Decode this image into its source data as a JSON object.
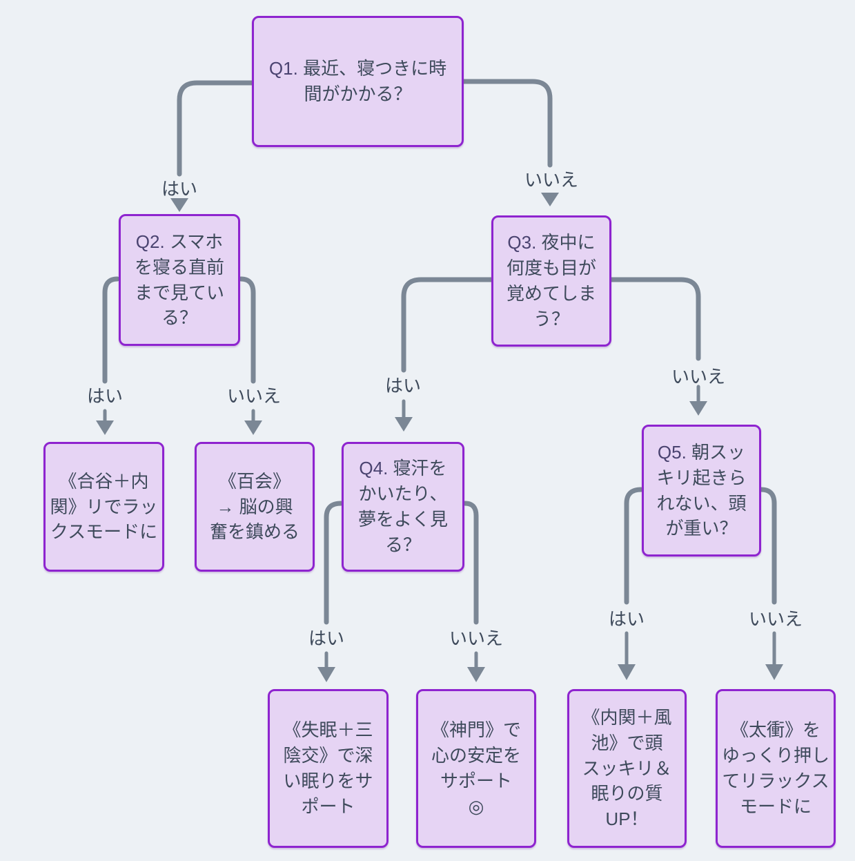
{
  "diagram": {
    "language": "ja",
    "topic": "sleep-troubleshooting acupressure flowchart",
    "colors": {
      "background": "#edf1f5",
      "node_fill": "#e6d4f4",
      "node_border": "#8e24cf",
      "text": "#3e4a5b",
      "connector": "#7b8795"
    }
  },
  "nodes": {
    "q1": {
      "prefix": "Q1. ",
      "text": "最近、寝つきに時\n間がかかる？"
    },
    "q2": {
      "prefix": "Q2. ",
      "text": "スマホ\nを寝る直前\nまで見てい\nる？"
    },
    "q3": {
      "prefix": "Q3. ",
      "text": "夜中に\n何度も目が\n覚めてしま\nう？"
    },
    "q4": {
      "prefix": "Q4. ",
      "text": "寝汗を\nかいたり、\n夢をよく見\nる？"
    },
    "q5": {
      "prefix": "Q5. ",
      "text": "朝スッ\nキリ起きら\nれない、頭\nが重い？"
    },
    "r1": {
      "text": "《合谷＋内\n関》リでラッ\nクスモードに"
    },
    "r2": {
      "text": "《百会》\n→ 脳の興\n奮を鎮める"
    },
    "r3": {
      "text": "《失眠＋三\n陰交》で深\nい眠りをサ\nポート"
    },
    "r4": {
      "text": "《神門》で\n心の安定を\nサポート\n◎"
    },
    "r5": {
      "text": "《内関＋風\n池》で頭\nスッキリ＆\n眠りの質\nUP！"
    },
    "r6": {
      "text": "《太衝》を\nゆっくり押し\nてリラックス\nモードに"
    }
  },
  "edge_labels": {
    "q1_yes": "はい",
    "q1_no": "いいえ",
    "q2_yes": "はい",
    "q2_no": "いいえ",
    "q3_yes": "はい",
    "q3_no": "いいえ",
    "q4_yes": "はい",
    "q4_no": "いいえ",
    "q5_yes": "はい",
    "q5_no": "いいえ"
  }
}
